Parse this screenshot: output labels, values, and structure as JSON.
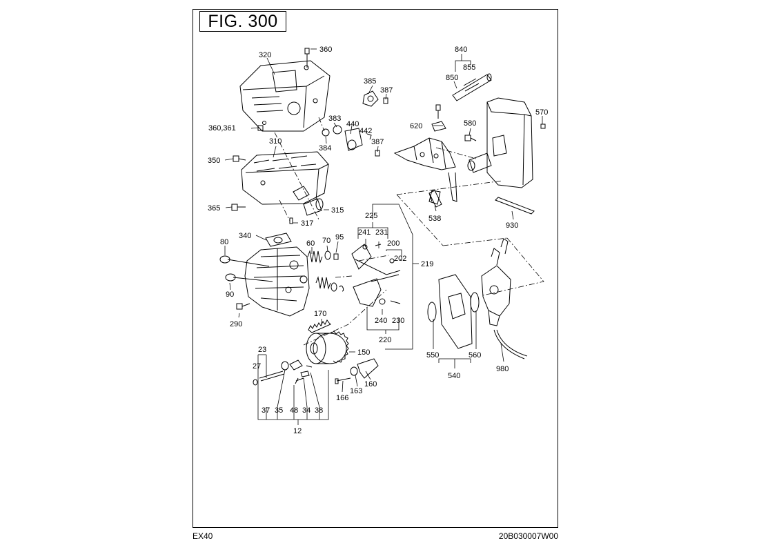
{
  "figure": {
    "label": "FIG. 300"
  },
  "footer": {
    "model": "EX40",
    "document_code": "20B030007W00"
  },
  "callouts": [
    "360",
    "320",
    "385",
    "387",
    "360,361",
    "383",
    "440",
    "442",
    "384",
    "387",
    "310",
    "350",
    "365",
    "315",
    "317",
    "340",
    "80",
    "60",
    "70",
    "95",
    "90",
    "290",
    "225",
    "241",
    "231",
    "200",
    "202",
    "219",
    "240",
    "230",
    "220",
    "170",
    "150",
    "23",
    "27",
    "37",
    "35",
    "48",
    "34",
    "38",
    "12",
    "166",
    "163",
    "160",
    "840",
    "855",
    "850",
    "620",
    "580",
    "570",
    "538",
    "930",
    "550",
    "560",
    "540",
    "980"
  ]
}
